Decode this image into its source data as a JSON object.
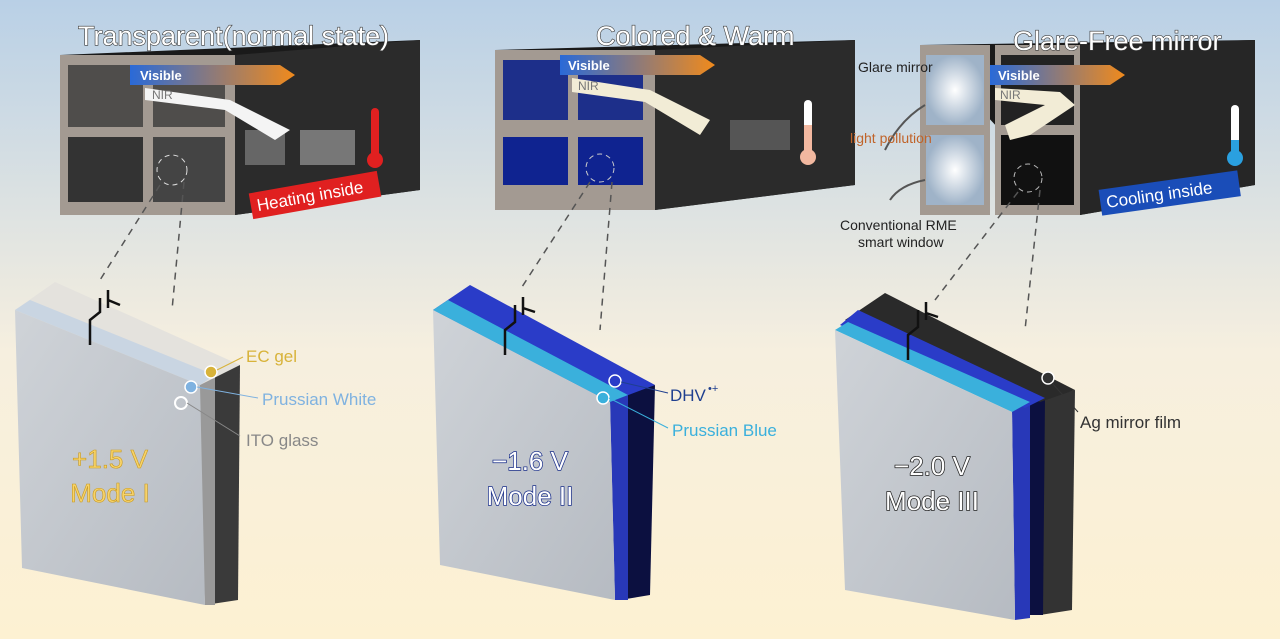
{
  "titles": [
    "Transparent(normal state)",
    "Colored & Warm",
    "Glare-Free mirror"
  ],
  "arrows": {
    "visible": "Visible",
    "nir": "NIR"
  },
  "room1": {
    "badge": "Heating inside"
  },
  "room3": {
    "badge": "Cooling inside",
    "glare_mirror": "Glare mirror",
    "light_pollution": "light pollution",
    "conventional_line1": "Conventional RME",
    "conventional_line2": "smart window"
  },
  "panel1": {
    "voltage": "+1.5 V",
    "mode": "Mode I",
    "labels": [
      "EC gel",
      "Prussian White",
      "ITO glass"
    ]
  },
  "panel2": {
    "voltage": "−1.6 V",
    "mode": "Mode II",
    "dhv": "DHV",
    "dhv_sup": "•+",
    "pb": "Prussian Blue"
  },
  "panel3": {
    "voltage": "−2.0 V",
    "mode": "Mode III",
    "label": "Ag mirror film"
  },
  "colors": {
    "bg_top": "#b9d0e6",
    "bg_bottom": "#fdf3d6",
    "prussian_white": "#7fb2e0",
    "prussian_blue": "#3ab0dc",
    "dhv": "#1f3f8f",
    "ec_gel": "#d8b33a",
    "heat": "#e02020",
    "cool": "#1a4db8"
  }
}
